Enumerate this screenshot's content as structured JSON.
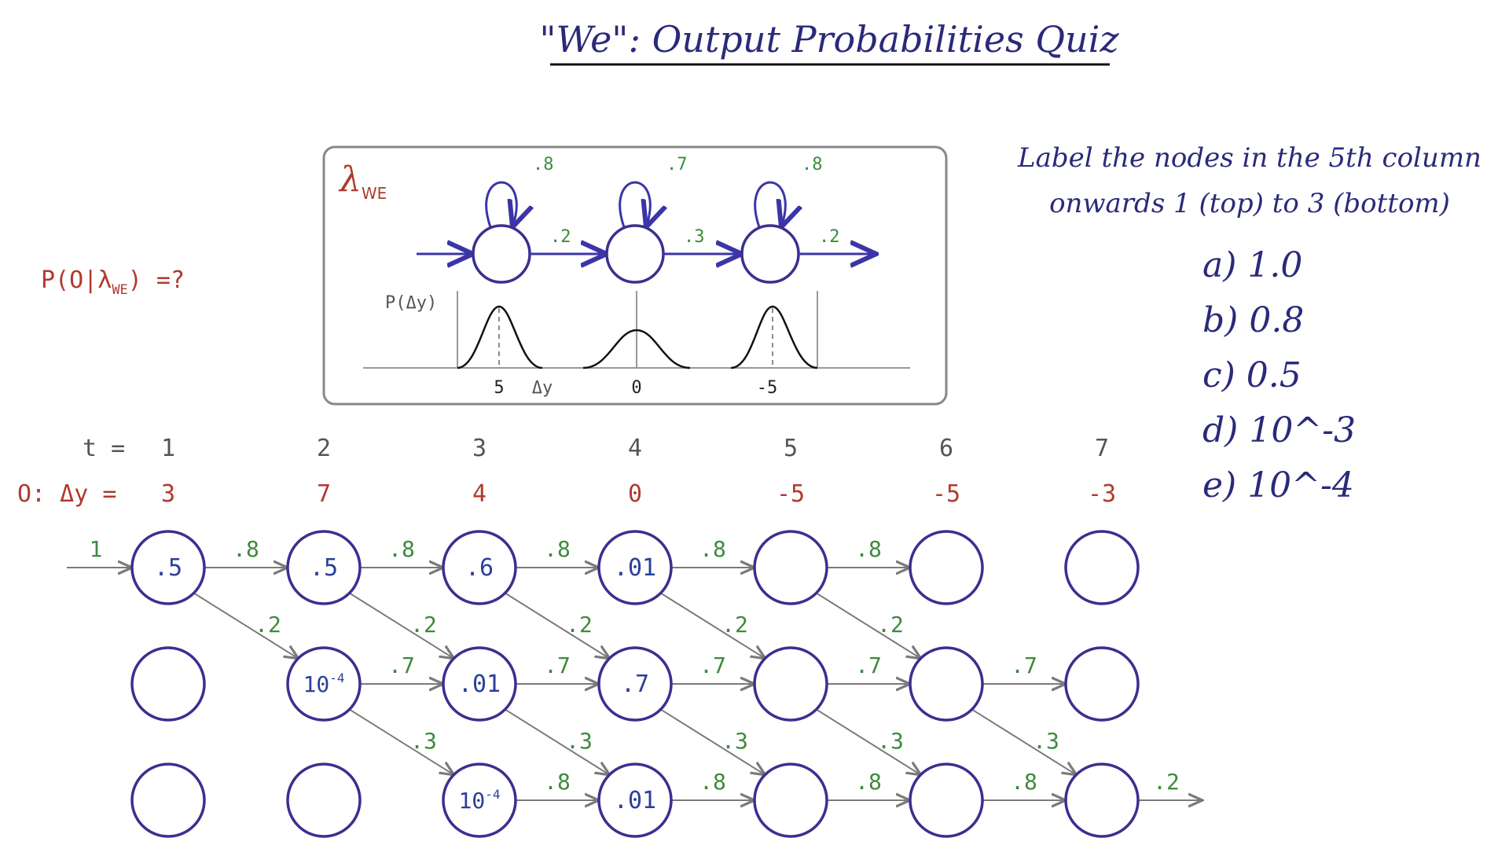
{
  "title": "\"We\": Output Probabilities Quiz",
  "question": "P(O|λ_WE) =?",
  "question_main": "P(O|λ",
  "question_sub": "WE",
  "question_tail": ") =?",
  "model": {
    "label": "λ",
    "label_sub": "WE",
    "self_loops": [
      ".8",
      ".7",
      ".8"
    ],
    "transitions": [
      ".2",
      ".3",
      ".2"
    ],
    "pdf_label": "P(Δy)",
    "pdf_means": [
      "5",
      "0",
      "-5"
    ],
    "axis_label": "Δy"
  },
  "instructions": {
    "line1": "Label the nodes in the 5th column",
    "line2": "onwards 1 (top) to 3 (bottom)"
  },
  "options": [
    "a) 1.0",
    "b) 0.8",
    "c) 0.5",
    "d) 10^-3",
    "e) 10^-4"
  ],
  "trellis": {
    "t_label": "t =",
    "o_label": "O: Δy =",
    "times": [
      "1",
      "2",
      "3",
      "4",
      "5",
      "6",
      "7"
    ],
    "observations": [
      "3",
      "7",
      "4",
      "0",
      "-5",
      "-5",
      "-3"
    ],
    "initial_prob": "1",
    "final_prob": ".2",
    "nodes": [
      [
        ".5",
        ".5",
        ".6",
        ".01",
        "",
        "",
        ""
      ],
      [
        "",
        "10-4",
        ".01",
        ".7",
        "",
        "",
        ""
      ],
      [
        "",
        "",
        "10-4",
        ".01",
        "",
        "",
        ""
      ]
    ],
    "self_probs": [
      ".8",
      ".7",
      ".8"
    ],
    "diag_probs": [
      ".2",
      ".3"
    ]
  },
  "colors": {
    "title": "#2a2a7a",
    "red": "#b03a2e",
    "green": "#3d8b3d",
    "node_stroke": "#3b2f8f",
    "node_text": "#2a3f9a"
  }
}
